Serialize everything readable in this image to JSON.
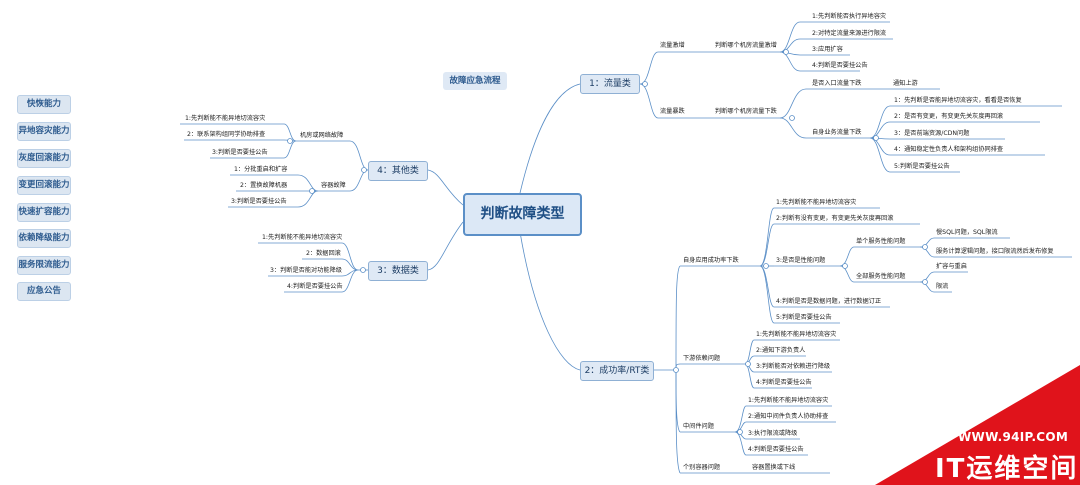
{
  "title": "故障应急流程",
  "root": "判断故障类型",
  "abilities": [
    "快恢能力",
    "异地容灾能力",
    "灰度回滚能力",
    "变更回滚能力",
    "快速扩容能力",
    "依赖降级能力",
    "服务限流能力",
    "应急公告"
  ],
  "branches": {
    "traffic": {
      "label": "1：流量类",
      "surge": {
        "label": "流量激增",
        "mid": "判断哪个机房流量激增",
        "items": [
          "1:先判断能否执行异地容灾",
          "2:对特定流量来源进行限流",
          "3:应用扩容",
          "4:判断是否要挂公告"
        ]
      },
      "drop": {
        "label": "流量暴跌",
        "mid": "判断哪个机房流量下跌",
        "entry": "是否入口流量下跌",
        "entry_item": "通知上游",
        "self": "自身业务流量下跌",
        "items": [
          "1：先判断是否能异地切流容灾，看看是否恢复",
          "2：是否有变更，有变更先关灰度再回滚",
          "3：是否前端资源/CDN问题",
          "4：通知稳定性负责人和架构组协同排查",
          "5:判断是否要挂公告"
        ]
      }
    },
    "success": {
      "label": "2：成功率/RT类",
      "self": {
        "label": "自身应用成功率下跌",
        "items": [
          "1:先判断能不能异地切流容灾",
          "2:判断有没有变更，有变更先关灰度再回滚",
          "3:是否是性能问题",
          "4:判断是否是数据问题，进行数据订正",
          "5:判断是否要挂公告"
        ],
        "single": "单个服务性能问题",
        "single_items": [
          "慢SQL问题，SQL限流",
          "服务计算逻辑问题，接口限流然后发布修复"
        ],
        "all": "全部服务性能问题",
        "all_items": [
          "扩容与重启",
          "限流"
        ]
      },
      "downstream": {
        "label": "下游依赖问题",
        "items": [
          "1:先判断能不能异地切流容灾",
          "2:通知下游负责人",
          "3:判断能否对依赖进行降级",
          "4:判断是否要挂公告"
        ]
      },
      "middleware": {
        "label": "中间件问题",
        "items": [
          "1:先判断能不能异地切流容灾",
          "2:通知中间件负责人协助排查",
          "3:执行限流或降级",
          "4:判断是否要挂公告"
        ]
      },
      "container": {
        "label": "个别容器问题",
        "item": "容器置换或下线"
      }
    },
    "data": {
      "label": "3：数据类",
      "items": [
        "1:先判断能不能异地切流容灾",
        "2：数据回滚",
        "3：判断是否能对功能降级",
        "4:判断是否要挂公告"
      ]
    },
    "other": {
      "label": "4：其他类",
      "network": {
        "label": "机房或网络故障",
        "items": [
          "1:先判断能不能异地切流容灾",
          "2：联系架构组同学协助排查",
          "3:判断是否要挂公告"
        ]
      },
      "container": {
        "label": "容器故障",
        "items": [
          "1：分批重启和扩容",
          "2：置换故障机器",
          "3:判断是否要挂公告"
        ]
      }
    }
  },
  "watermark": {
    "url": "WWW.94IP.COM",
    "name": "IT运维空间",
    "color": "#e0131b"
  },
  "colors": {
    "line": "#5b8fc7",
    "accent": "#2f5c8f"
  }
}
